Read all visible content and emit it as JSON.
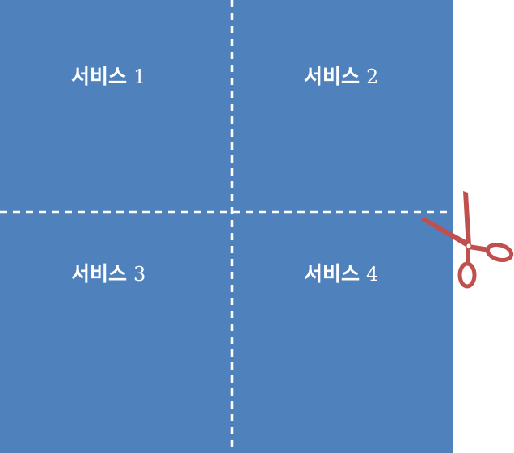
{
  "colors": {
    "panel_fill": "#4f81bd",
    "cut_line": "#ffffff",
    "scissors": "#c0504d",
    "label_text": "#ffffff"
  },
  "quadrants": [
    {
      "word": "서비스",
      "number": "1"
    },
    {
      "word": "서비스",
      "number": "2"
    },
    {
      "word": "서비스",
      "number": "3"
    },
    {
      "word": "서비스",
      "number": "4"
    }
  ],
  "icons": {
    "scissors": "scissors-icon"
  }
}
